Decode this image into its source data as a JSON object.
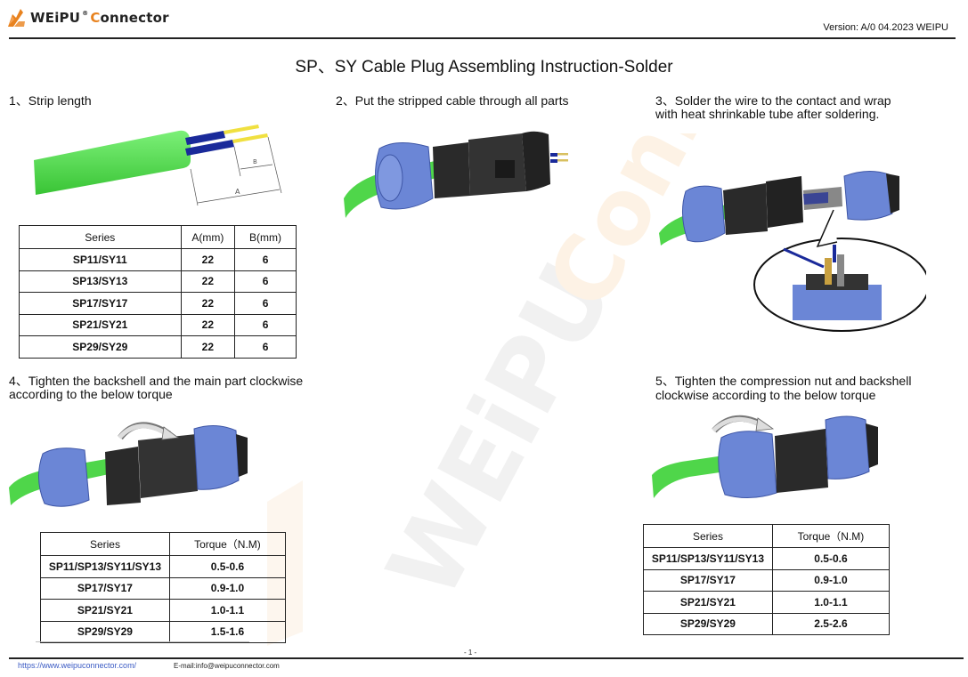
{
  "header": {
    "logo": {
      "brand": "WEiPU",
      "registered": "®",
      "product_first": "C",
      "product_rest": "onnector",
      "icon": "weipu-logo-icon",
      "accent": "#e8821e"
    },
    "version": "Version:  A/0 04.2023   WEIPU"
  },
  "title": "SP、SY Cable Plug Assembling Instruction-Solder",
  "steps": [
    {
      "label": "1、Strip length",
      "illustration": "stripped-cable-illustration"
    },
    {
      "label": "2、Put the stripped cable through all parts",
      "illustration": "cable-through-parts-illustration"
    },
    {
      "label_line1": "3、Solder the wire to the contact and wrap",
      "label_line2": "with heat shrinkable tube after soldering.",
      "illustration": "solder-contact-illustration"
    },
    {
      "label_line1": "4、Tighten the backshell and the main part clockwise",
      "label_line2": "according to the below torque",
      "illustration": "tighten-backshell-illustration"
    },
    {
      "label_line1": "5、Tighten the compression nut and backshell",
      "label_line2": "clockwise according to the below torque",
      "illustration": "tighten-nut-illustration"
    }
  ],
  "strip_table": {
    "headers": [
      "Series",
      "A(mm)",
      "B(mm)"
    ],
    "rows": [
      [
        "SP11/SY11",
        "22",
        "6"
      ],
      [
        "SP13/SY13",
        "22",
        "6"
      ],
      [
        "SP17/SY17",
        "22",
        "6"
      ],
      [
        "SP21/SY21",
        "22",
        "6"
      ],
      [
        "SP29/SY29",
        "22",
        "6"
      ]
    ]
  },
  "torque_table_4": {
    "headers": [
      "Series",
      "Torque（N.M)"
    ],
    "rows": [
      [
        "SP11/SP13/SY11/SY13",
        "0.5-0.6"
      ],
      [
        "SP17/SY17",
        "0.9-1.0"
      ],
      [
        "SP21/SY21",
        "1.0-1.1"
      ],
      [
        "SP29/SY29",
        "1.5-1.6"
      ]
    ]
  },
  "torque_table_5": {
    "headers": [
      "Series",
      "Torque（N.M)"
    ],
    "rows": [
      [
        "SP11/SP13/SY11/SY13",
        "0.5-0.6"
      ],
      [
        "SP17/SY17",
        "0.9-1.0"
      ],
      [
        "SP21/SY21",
        "1.0-1.1"
      ],
      [
        "SP29/SY29",
        "2.5-2.6"
      ]
    ]
  },
  "dimension_labels": {
    "a": "A",
    "b": "B"
  },
  "watermark": {
    "brand": "WEiPU",
    "reg": "®",
    "product": "Connector"
  },
  "footer": {
    "page": "- 1 -",
    "url": "https://www.weipuconnector.com/",
    "email": "E-mail:info@weipuconnector.com"
  },
  "colors": {
    "cable_green": "#4fd64a",
    "nut_blue": "#6b86d6",
    "body_black": "#2a2a2a",
    "wire_blue": "#1a2a9a",
    "wire_yellow": "#f0e040",
    "logo_orange": "#e8821e"
  }
}
